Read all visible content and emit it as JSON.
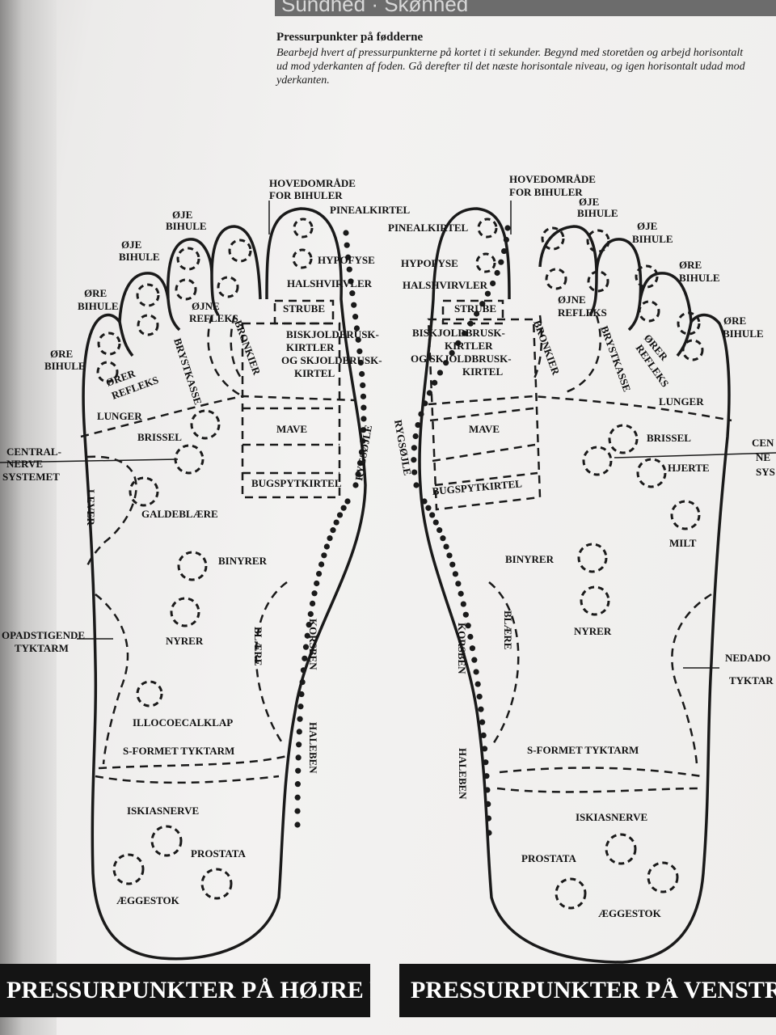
{
  "header": {
    "running_head": "Sundhed · Skønhed"
  },
  "intro": {
    "title": "Pressurpunkter på fødderne",
    "body": "Bearbejd hvert af pressurpunkterne på kortet i ti sekunder. Begynd med storetåen og arbejd horisontalt ud mod yderkanten af foden. Gå derefter til det næste horisontale niveau, og igen horisontalt udad mod yderkanten."
  },
  "right_foot": {
    "caption": "PRESSURPUNKTER PÅ HØJRE FOD",
    "labels": {
      "hoved1": "HOVEDOMRÅDE",
      "hoved2": "FOR BIHULER",
      "pineal": "PINEALKIRTEL",
      "hypofyse": "HYPOFYSE",
      "halshvirvler": "HALSHVIRVLER",
      "strube": "STRUBE",
      "bisk1": "BISKJOLDBRUSK-",
      "bisk2": "KIRTLER",
      "bisk3": "OG SKJOLDBRUSK-",
      "bisk4": "KIRTEL",
      "bronkier": "BRONKIER",
      "brystkasse": "BRYSTKASSE",
      "oje_a": "ØJE",
      "bihule_a": "BIHULE",
      "oje_b": "ØJE",
      "bihule_b": "BIHULE",
      "ore_a": "ØRE",
      "bihule_c": "BIHULE",
      "ore_b": "ØRE",
      "bihule_d": "BIHULE",
      "ojne": "ØJNE",
      "refleks_a": "REFLEKS",
      "orer": "ØRER",
      "refleks_b": "REFLEKS",
      "lunger": "LUNGER",
      "mave": "MAVE",
      "brissel": "BRISSEL",
      "central1": "CENTRAL-",
      "central2": "NERVE",
      "central3": "SYSTEMET",
      "rygsojle": "RYGSØJLE",
      "bugspyt": "BUGSPYTKIRTEL",
      "lever": "LEVER",
      "galde": "GALDEBLÆRE",
      "binyrer": "BINYRER",
      "nyrer": "NYRER",
      "opst1": "OPADSTIGENDE",
      "opst2": "TYKTARM",
      "blaere": "BLÆRE",
      "korsben": "KORSBEN",
      "illo": "ILLOCOECALKLAP",
      "sformet": "S-FORMET TYKTARM",
      "haleben": "HALEBEN",
      "iskias": "ISKIASNERVE",
      "prostata": "PROSTATA",
      "aegge": "ÆGGESTOK"
    }
  },
  "left_foot": {
    "caption": "PRESSURPUNKTER PÅ VENSTRE FOD",
    "labels": {
      "hoved1": "HOVEDOMRÅDE",
      "hoved2": "FOR BIHULER",
      "pineal": "PINEALKIRTEL",
      "hypofyse": "HYPOFYSE",
      "halshvirvler": "HALSHVIRVLER",
      "strube": "STRUBE",
      "bisk1": "BISKJOLDBRUSK-",
      "bisk2": "KIRTLER",
      "bisk3": "OG SKJOLDBRUSK-",
      "bisk4": "KIRTEL",
      "bronkier": "BRONKIER",
      "brystkasse": "BRYSTKASSE",
      "oje_a": "ØJE",
      "bihule_a": "BIHULE",
      "oje_b": "ØJE",
      "bihule_b": "BIHULE",
      "ore_a": "ØRE",
      "bihule_c": "BIHULE",
      "ore_b": "ØRE",
      "bihule_d": "BIHULE",
      "ojne": "ØJNE",
      "refleks_a": "REFLEKS",
      "orer": "ØRER",
      "refleks_b": "REFLEKS",
      "lunger": "LUNGER",
      "mave": "MAVE",
      "brissel": "BRISSEL",
      "hjerte": "HJERTE",
      "central1": "CEN",
      "central2": "NE",
      "central3": "SYS",
      "rygsojle": "RYGSØJLE",
      "bugspyt": "BUGSPYTKIRTEL",
      "milt": "MILT",
      "binyrer": "BINYRER",
      "nyrer": "NYRER",
      "nedad1": "NEDADO",
      "nedad2": "TYKTAR",
      "blaere": "BLÆRE",
      "korsben": "KORSBEN",
      "sformet": "S-FORMET TYKTARM",
      "haleben": "HALEBEN",
      "iskias": "ISKIASNERVE",
      "prostata": "PROSTATA",
      "aegge": "ÆGGESTOK"
    }
  }
}
